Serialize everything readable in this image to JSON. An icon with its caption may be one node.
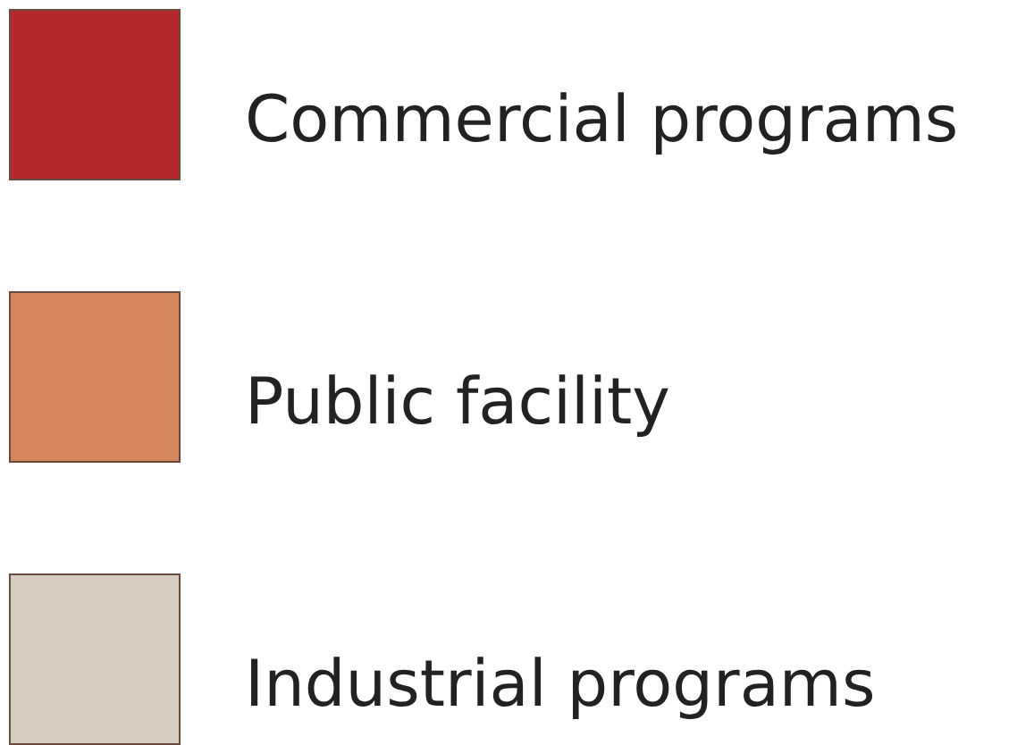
{
  "diagram": {
    "legend": [
      {
        "text": "Commercial programs",
        "color": "#b5282e"
      },
      {
        "text": "Public facility",
        "color": "#d4875a"
      },
      {
        "text": "Industrial programs",
        "color": "#d5cbbf"
      }
    ]
  }
}
